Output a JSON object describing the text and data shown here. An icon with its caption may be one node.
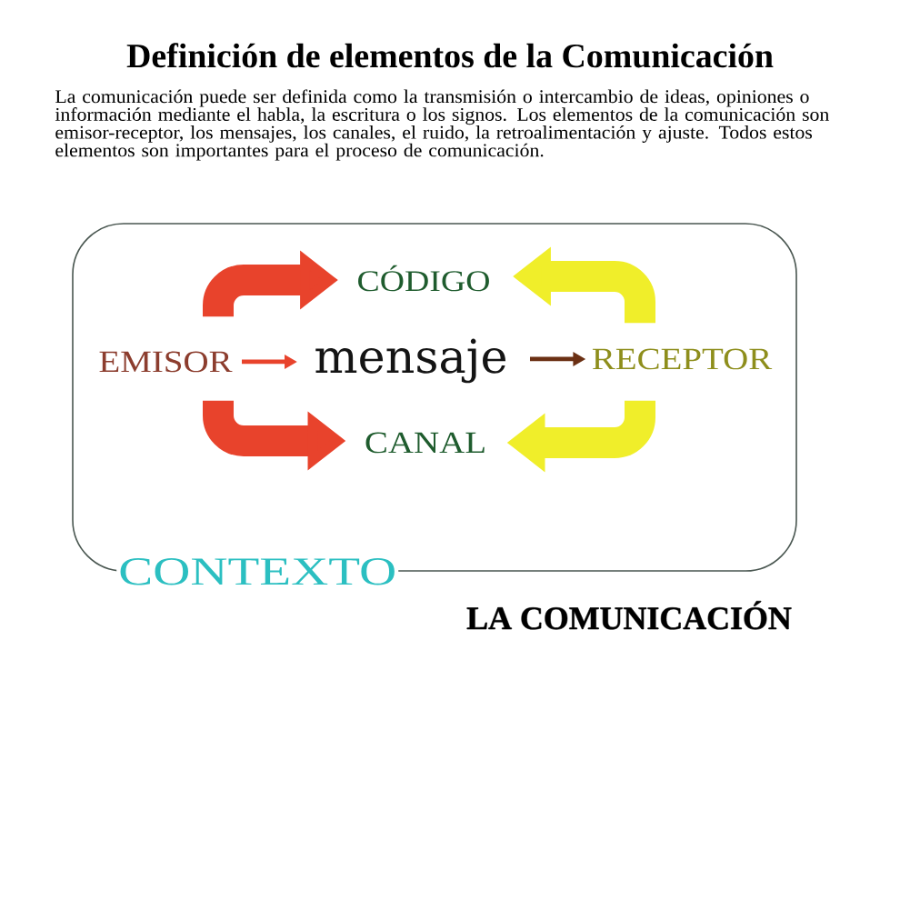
{
  "diagram": {
    "title": "Definición de elementos de la Comunicación",
    "nodes": [
      {
        "text": [
          "CONTEXTO"
        ]
      },
      {
        "text": [
          "CÓDIGO"
        ],
        "in": 0
      },
      {
        "text": [
          "EMISOR"
        ],
        "in": 0
      },
      {
        "text": [
          "mensaje"
        ],
        "in": 0
      },
      {
        "text": [
          "RECEPTOR"
        ],
        "in": 0
      },
      {
        "text": [
          "CANAL"
        ],
        "in": 0
      }
    ],
    "edges": [
      {
        "from": 2,
        "to": 1,
        "arrow": "to",
        "color": "#e8432c"
      },
      {
        "from": 4,
        "to": 1,
        "arrow": "to",
        "color": "#f0ee2a"
      },
      {
        "from": 2,
        "to": 3,
        "arrow": "to",
        "color": "#e8432c"
      },
      {
        "from": 3,
        "to": 4,
        "arrow": "to",
        "color": "#6b3014"
      },
      {
        "from": 2,
        "to": 5,
        "arrow": "to",
        "color": "#e8432c"
      },
      {
        "from": 4,
        "to": 5,
        "arrow": "to",
        "color": "#f0ee2a"
      }
    ],
    "labels": [
      "La comunicación puede ser definida como la transmisión o intercambio de ideas, opiniones o información mediante el habla, la escritura o los signos. Los elementos de la comunicación son emisor-receptor, los mensajes, los canales, el ruido, la retroalimentación y ajuste. Todos estos elementos son importantes para el proceso de comunicación.",
      "LA COMUNICACIÓN"
    ]
  }
}
